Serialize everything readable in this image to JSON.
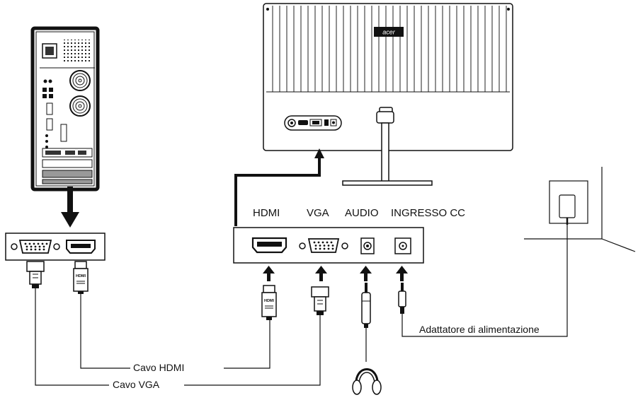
{
  "monitor": {
    "brand": "acer"
  },
  "ports": {
    "hdmi": "HDMI",
    "vga": "VGA",
    "audio": "AUDIO",
    "dc_in": "INGRESSO CC"
  },
  "connectors": {
    "hdmi_plug_text": "HDMI"
  },
  "cables": {
    "hdmi": "Cavo HDMI",
    "vga": "Cavo VGA",
    "power_adapter": "Adattatore di alimentazione"
  }
}
